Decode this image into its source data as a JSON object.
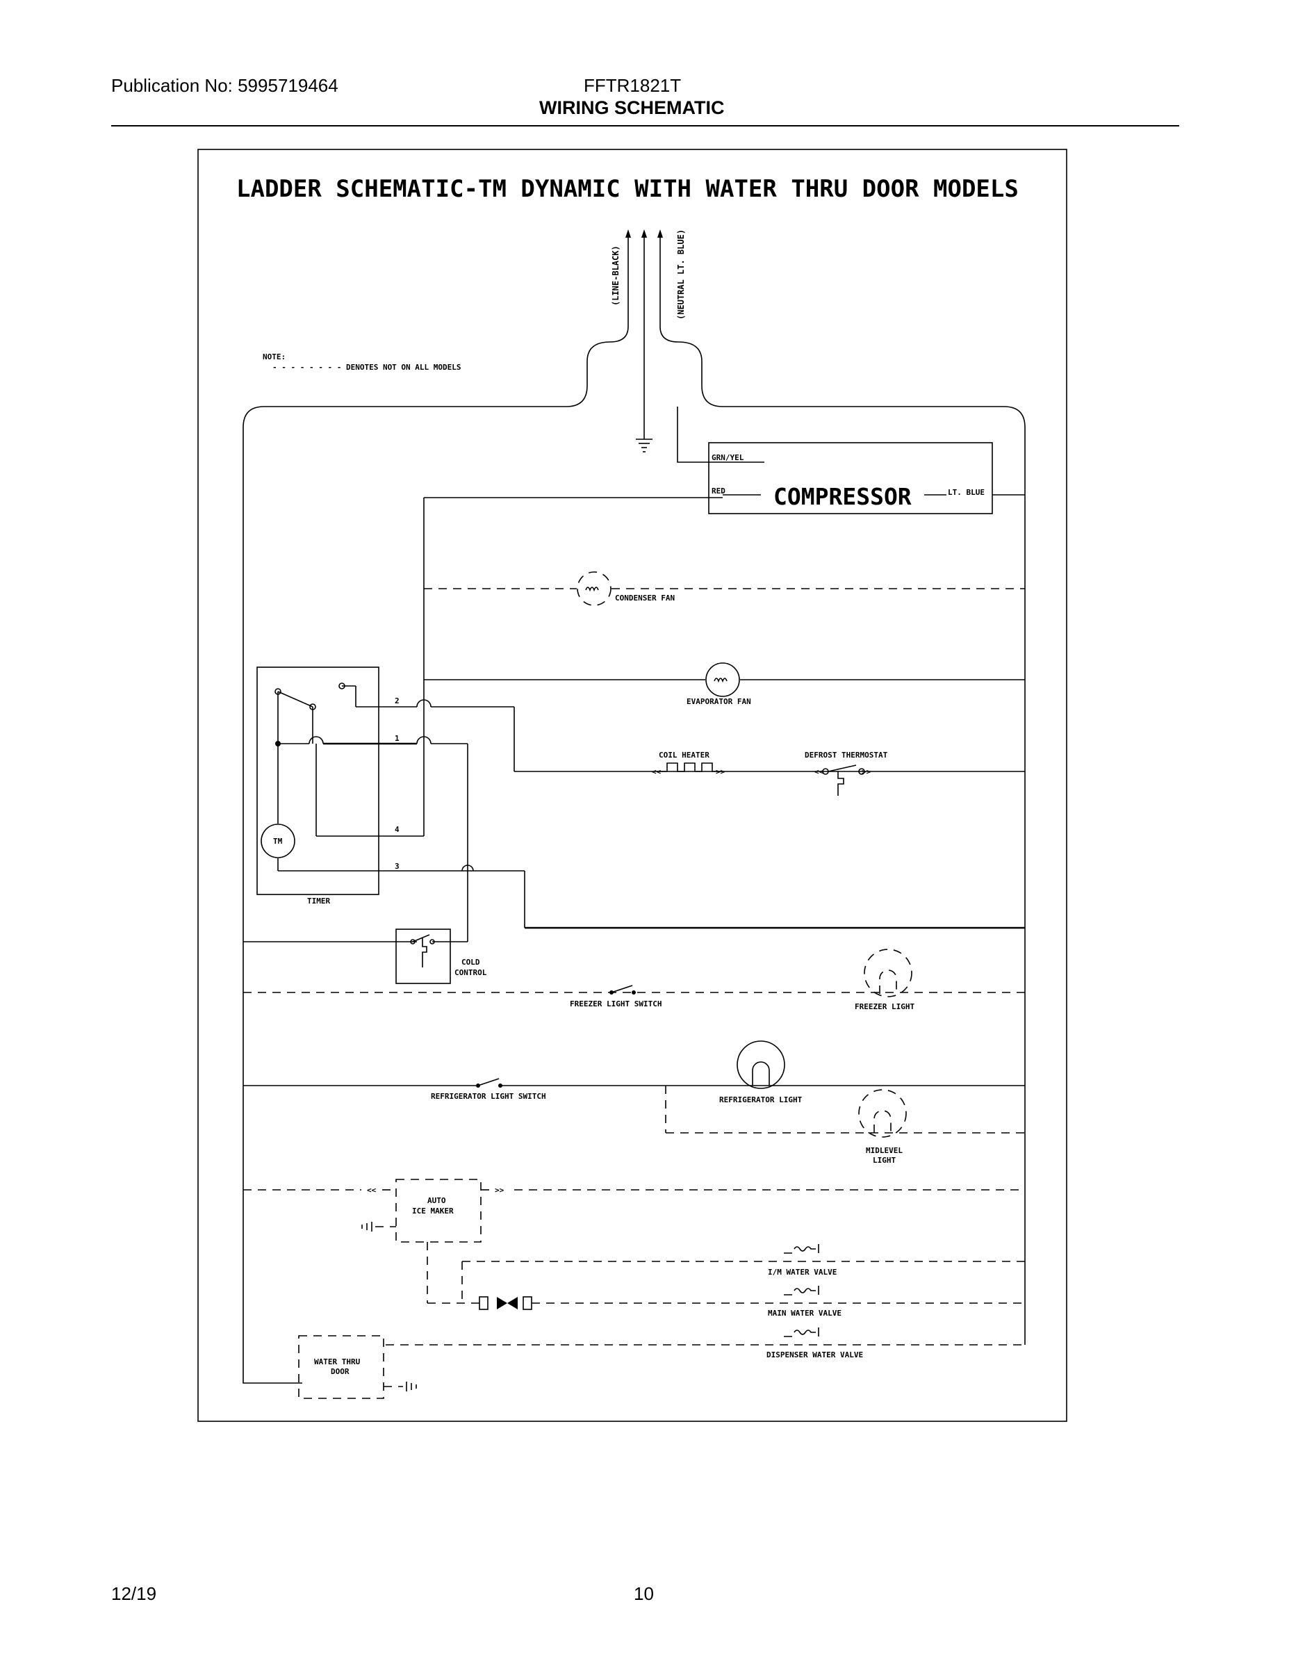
{
  "header": {
    "publication": "Publication No: 5995719464",
    "model": "FFTR1821T",
    "title": "WIRING SCHEMATIC"
  },
  "footer": {
    "date": "12/19",
    "page": "10"
  },
  "schematic": {
    "title": "LADDER SCHEMATIC-TM DYNAMIC WITH WATER THRU DOOR MODELS",
    "line_label": "(LINE-BLACK)",
    "neutral_label": "(NEUTRAL LT. BLUE)",
    "note_title": "NOTE:",
    "note_text": "- - - - - - - - DENOTES NOT ON ALL MODELS",
    "compressor": {
      "label": "COMPRESSOR",
      "wire_grn_yel": "GRN/YEL",
      "wire_red": "RED",
      "wire_lt_blue": "LT. BLUE"
    },
    "components": {
      "condenser_fan": "CONDENSER FAN",
      "evaporator_fan": "EVAPORATOR FAN",
      "coil_heater": "COIL HEATER",
      "defrost_thermostat": "DEFROST THERMOSTAT",
      "timer": "TIMER",
      "timer_motor": "TM",
      "cold_control_1": "COLD",
      "cold_control_2": "CONTROL",
      "freezer_light_switch": "FREEZER LIGHT SWITCH",
      "freezer_light": "FREEZER LIGHT",
      "refrigerator_light_switch": "REFRIGERATOR LIGHT SWITCH",
      "refrigerator_light": "REFRIGERATOR LIGHT",
      "midlevel_light_1": "MIDLEVEL",
      "midlevel_light_2": "LIGHT",
      "auto_ice_maker_1": "AUTO",
      "auto_ice_maker_2": "ICE MAKER",
      "im_water_valve": "I/M WATER VALVE",
      "main_water_valve": "MAIN WATER VALVE",
      "dispenser_water_valve": "DISPENSER WATER VALVE",
      "water_thru_door_1": "WATER THRU",
      "water_thru_door_2": "DOOR"
    },
    "timer_terminals": [
      "2",
      "1",
      "4",
      "3"
    ]
  }
}
